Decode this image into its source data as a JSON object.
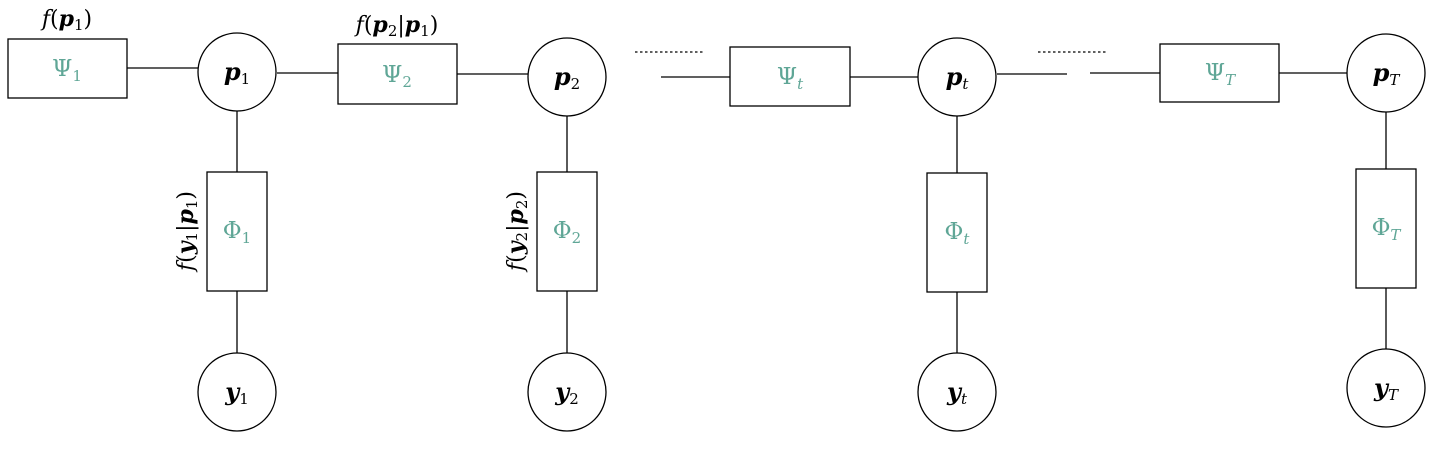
{
  "colors": {
    "factor_label": "#5fa696",
    "stroke": "#000000",
    "background": "#ffffff"
  },
  "variables": {
    "p1": {
      "sym": "p",
      "sub": "1"
    },
    "p2": {
      "sym": "p",
      "sub": "2"
    },
    "pt": {
      "sym": "p",
      "sub": "t"
    },
    "pT": {
      "sym": "p",
      "sub": "T"
    },
    "y1": {
      "sym": "y",
      "sub": "1"
    },
    "y2": {
      "sym": "y",
      "sub": "2"
    },
    "yt": {
      "sym": "y",
      "sub": "t"
    },
    "yT": {
      "sym": "y",
      "sub": "T"
    }
  },
  "factors": {
    "psi1": {
      "sym": "Ψ",
      "sub": "1"
    },
    "psi2": {
      "sym": "Ψ",
      "sub": "2"
    },
    "psit": {
      "sym": "Ψ",
      "sub": "t"
    },
    "psiT": {
      "sym": "Ψ",
      "sub": "T"
    },
    "phi1": {
      "sym": "Φ",
      "sub": "1"
    },
    "phi2": {
      "sym": "Φ",
      "sub": "2"
    },
    "phit": {
      "sym": "Φ",
      "sub": "t"
    },
    "phiT": {
      "sym": "Φ",
      "sub": "T"
    }
  },
  "annotations": {
    "f_p1": {
      "f": "f",
      "open": "(",
      "s1": "p",
      "n1": "1",
      "close": ")"
    },
    "f_p2_p1": {
      "f": "f",
      "open": "(",
      "s1": "p",
      "n1": "2",
      "bar": "|",
      "s2": "p",
      "n2": "1",
      "close": ")"
    },
    "f_y1_p1": {
      "f": "f",
      "open": "(",
      "s1": "y",
      "n1": "1",
      "bar": "|",
      "s2": "p",
      "n2": "1",
      "close": ")"
    },
    "f_y2_p2": {
      "f": "f",
      "open": "(",
      "s1": "y",
      "n1": "2",
      "bar": "|",
      "s2": "p",
      "n2": "2",
      "close": ")"
    }
  }
}
